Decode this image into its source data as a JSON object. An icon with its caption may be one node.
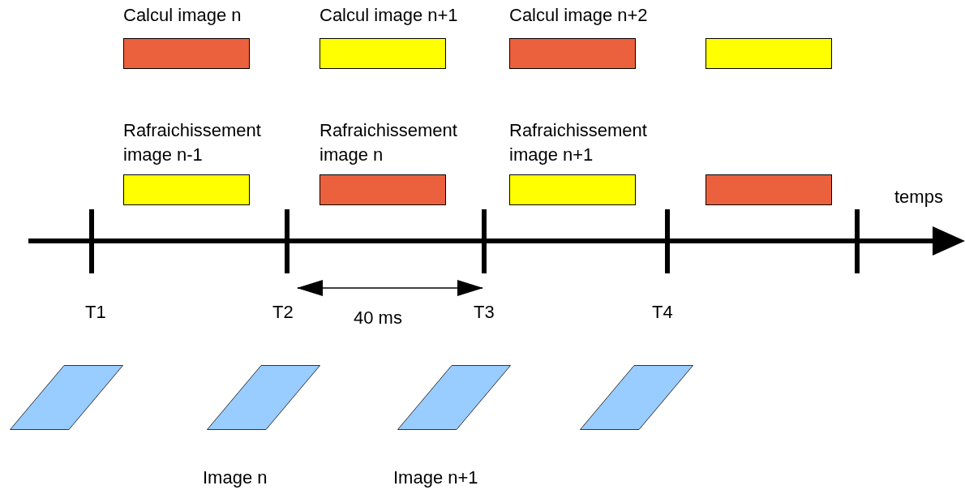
{
  "diagram": {
    "nodes": [
      {
        "text": [
          "Calcul image n"
        ]
      },
      {
        "text": [
          "Calcul image n+1"
        ]
      },
      {
        "text": [
          "Calcul image n+2"
        ]
      },
      {
        "text": [],
        "shape": "bar"
      },
      {
        "text": [
          "Rafraichissement image n-1"
        ]
      },
      {
        "text": [
          "Rafraichissement image n"
        ]
      },
      {
        "text": [
          "Rafraichissement image n+1"
        ]
      },
      {
        "text": [],
        "shape": "bar"
      },
      {
        "text": [],
        "shape": "parallelogram"
      },
      {
        "text": [
          "Image n"
        ]
      },
      {
        "text": [
          "Image n+1"
        ]
      },
      {
        "text": [],
        "shape": "parallelogram"
      }
    ],
    "labels": [
      "temps",
      "T1",
      "T2",
      "T3",
      "T4",
      "40 ms"
    ]
  }
}
